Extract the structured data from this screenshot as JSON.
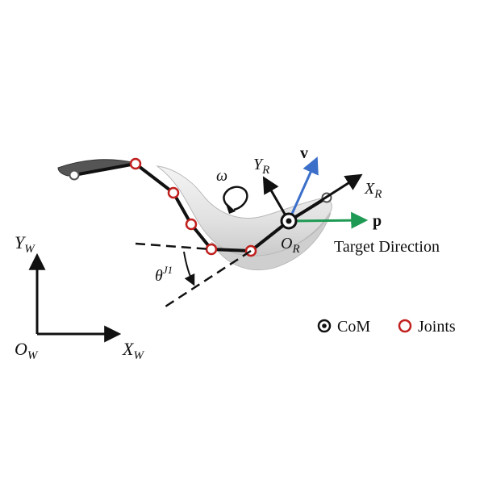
{
  "world_frame": {
    "origin": "O",
    "origin_sub": "W",
    "x_axis": "X",
    "x_axis_sub": "W",
    "y_axis": "Y",
    "y_axis_sub": "W"
  },
  "robot_frame": {
    "origin": "O",
    "origin_sub": "R",
    "x_axis": "X",
    "x_axis_sub": "R",
    "y_axis": "Y",
    "y_axis_sub": "R"
  },
  "vectors": {
    "velocity": "v",
    "target": "p",
    "angular_velocity": "ω"
  },
  "angle": {
    "symbol": "θ",
    "superscript": "J1"
  },
  "target_label": "Target Direction",
  "legend": {
    "com": "CoM",
    "joints": "Joints"
  },
  "colors": {
    "body": "#e4e4e4",
    "spine": "#111111",
    "joint": "#c0201e",
    "velocity": "#3b6fc9",
    "target": "#1f9a54",
    "axes": "#111111"
  }
}
